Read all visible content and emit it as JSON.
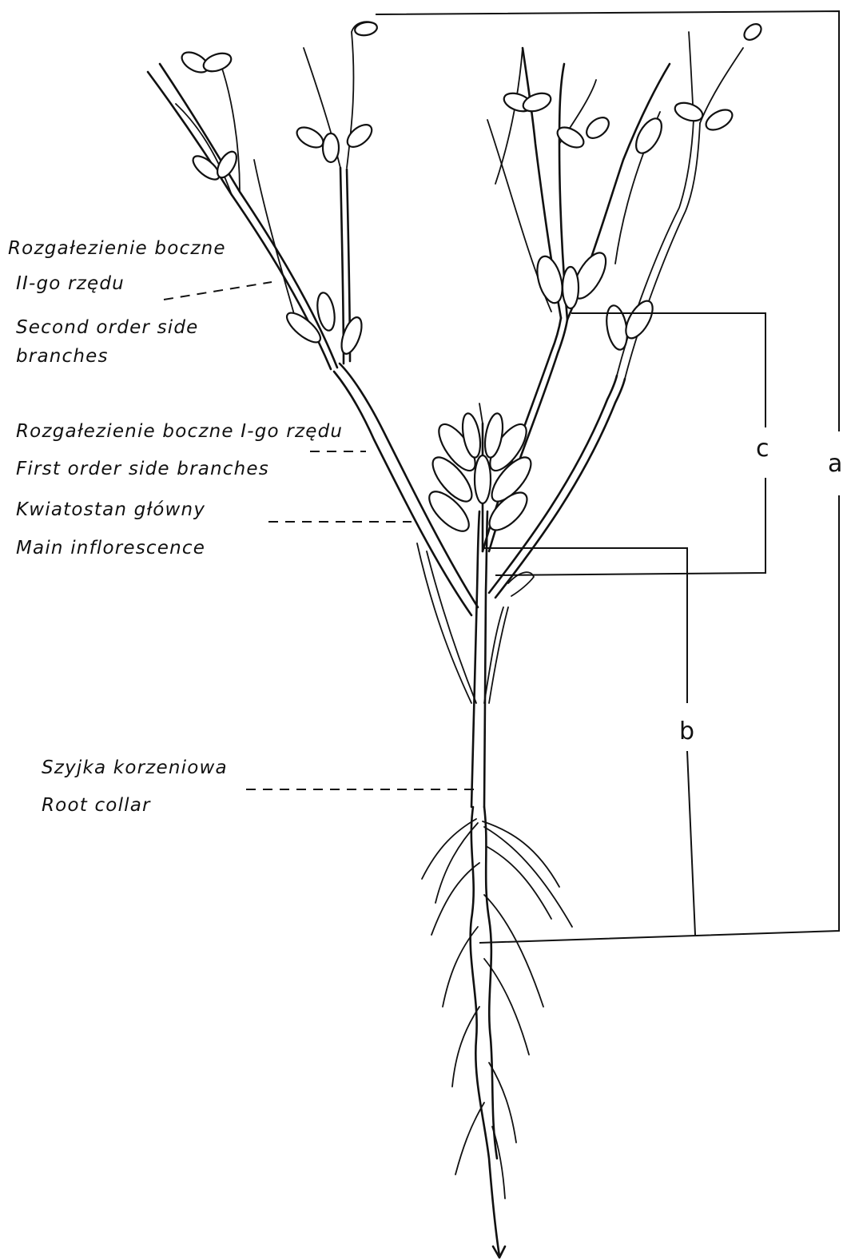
{
  "labels": {
    "second_order_pl_1": "Rozgałezienie boczne",
    "second_order_pl_2": "II-go rzędu",
    "second_order_en_1": "Second order side",
    "second_order_en_2": "branches",
    "first_order_pl": "Rozgałezienie boczne I-go rzędu",
    "first_order_en": "First order side branches",
    "main_infl_pl": "Kwiatostan główny",
    "main_infl_en": "Main inflorescence",
    "root_collar_pl": "Szyjka korzeniowa",
    "root_collar_en": "Root collar"
  },
  "dimensions": {
    "a": "a",
    "b": "b",
    "c": "c"
  }
}
